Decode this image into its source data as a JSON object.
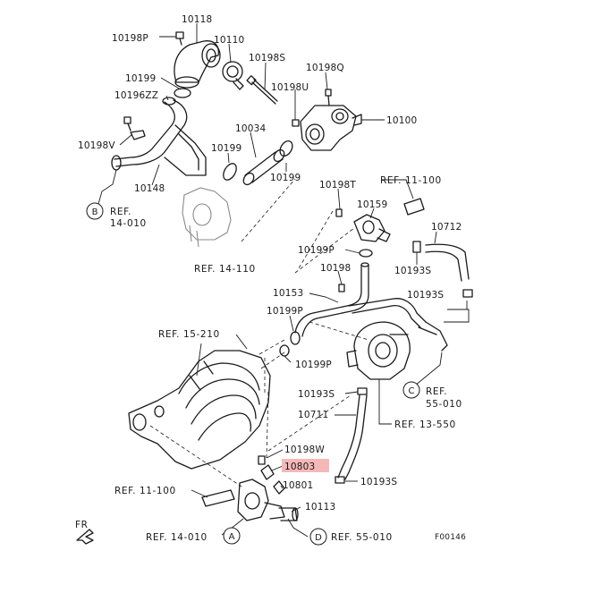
{
  "diagram": {
    "code": "F00146",
    "direction_label": "FR",
    "highlight_color": "#f5b8b8",
    "highlighted_part": "10803",
    "parts": {
      "p10118": "10118",
      "p10198P": "10198P",
      "p10110": "10110",
      "p10198S_a": "10198S",
      "p10198Q": "10198Q",
      "p10199_a": "10199",
      "p10198U": "10198U",
      "p10196ZZ": "10196ZZ",
      "p10100": "10100",
      "p10034": "10034",
      "p10198V": "10198V",
      "p10199_b": "10199",
      "p10199_c": "10199",
      "p10148": "10148",
      "p10198T": "10198T",
      "p10159": "10159",
      "p10712": "10712",
      "p10199P_a": "10199P",
      "p10198": "10198",
      "p10193S_a": "10193S",
      "p10153": "10153",
      "p10193S_b": "10193S",
      "p10199P_b": "10199P",
      "p10199P_c": "10199P",
      "p10193S_c": "10193S",
      "p10711": "10711",
      "p10198W": "10198W",
      "p10803": "10803",
      "p10801": "10801",
      "p10193S_d": "10193S",
      "p10113": "10113"
    },
    "refs": {
      "ref_b_line1": "REF.",
      "ref_b_line2": "14-010",
      "ref_14_110": "REF. 14-110",
      "ref_11_100_top": "REF. 11-100",
      "ref_15_210": "REF. 15-210",
      "ref_c_line1": "REF.",
      "ref_c_line2": "55-010",
      "ref_13_550": "REF. 13-550",
      "ref_11_100_bottom": "REF. 11-100",
      "ref_14_010_a": "REF. 14-010",
      "ref_55_010_d": "REF. 55-010"
    },
    "connectors": {
      "A": "A",
      "B": "B",
      "C": "C",
      "D": "D"
    }
  }
}
